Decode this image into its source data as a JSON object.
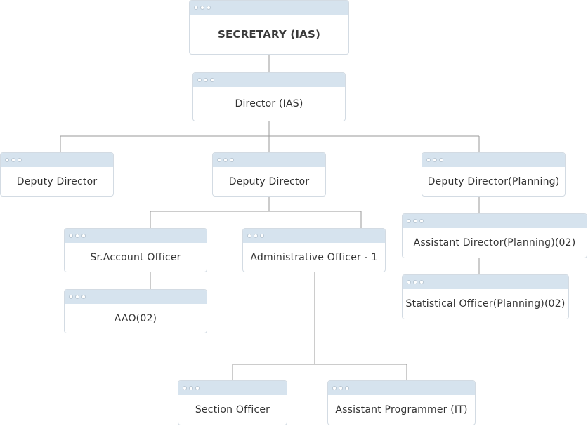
{
  "colors": {
    "header": "#d6e3ee",
    "border": "#d3dbe3",
    "connector": "#9a9a9a",
    "text": "#333333"
  },
  "nodes": {
    "secretary": {
      "label": "SECRETARY (IAS)"
    },
    "director": {
      "label": "Director (IAS)"
    },
    "deputy_director_left": {
      "label": "Deputy Director"
    },
    "deputy_director_mid": {
      "label": "Deputy Director"
    },
    "deputy_director_planning": {
      "label": "Deputy Director(Planning)"
    },
    "sr_account_officer": {
      "label": "Sr.Account Officer"
    },
    "administrative_officer": {
      "label": "Administrative Officer - 1"
    },
    "assistant_director_planning": {
      "label": "Assistant Director(Planning)(02)"
    },
    "aao": {
      "label": "AAO(02)"
    },
    "statistical_officer": {
      "label": "Statistical Officer(Planning)(02)"
    },
    "section_officer": {
      "label": "Section Officer"
    },
    "assistant_programmer": {
      "label": "Assistant Programmer (IT)"
    }
  }
}
